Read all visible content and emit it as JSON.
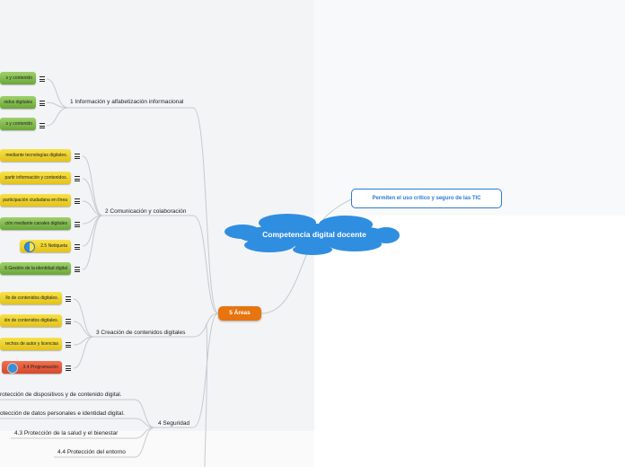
{
  "central": {
    "label": "Competencia digital docente"
  },
  "callout": {
    "label": "Permiten el uso crítico y seguro de las TIC"
  },
  "areas": {
    "label": "5 Áreas"
  },
  "topics": {
    "t1": {
      "label": "1 Información y alfabetización informacional",
      "items": [
        "s y contenido",
        "nidos digitales",
        "s y contenido"
      ]
    },
    "t2": {
      "label": "2 Comunicación y colaboración",
      "items": [
        "mediante tecnologías digitales.",
        "partir información y contenidos.",
        "participación ciudadana en línea",
        "ción mediante canales digitales",
        "2.5 Netiqueta",
        "6 Gestión de la identidad digital"
      ]
    },
    "t3": {
      "label": "3 Creación de contenidos digitales",
      "items": [
        "llo de contenidos digitales.",
        "ión de contenidos digitales.",
        "rechos de autor y licencias",
        "3.4 Programación"
      ]
    },
    "t4": {
      "label": "4 Seguridad",
      "items": [
        "rotección de dispositivos y de contenido digital.",
        "otección de datos personales e identidad digital.",
        "4.3 Protección de la salud y el bienestar",
        "4.4 Protección del entorno"
      ]
    }
  },
  "colors": {
    "green": "#7db84a",
    "yellow": "#ecd12a",
    "red": "#e25a3a",
    "cloud": "#2f8ee0",
    "areas": "#e8740f",
    "callout_border": "#2a7ad8"
  },
  "icons": [
    "notes-icon",
    "contrast-circle-icon",
    "gear-circle-icon"
  ]
}
